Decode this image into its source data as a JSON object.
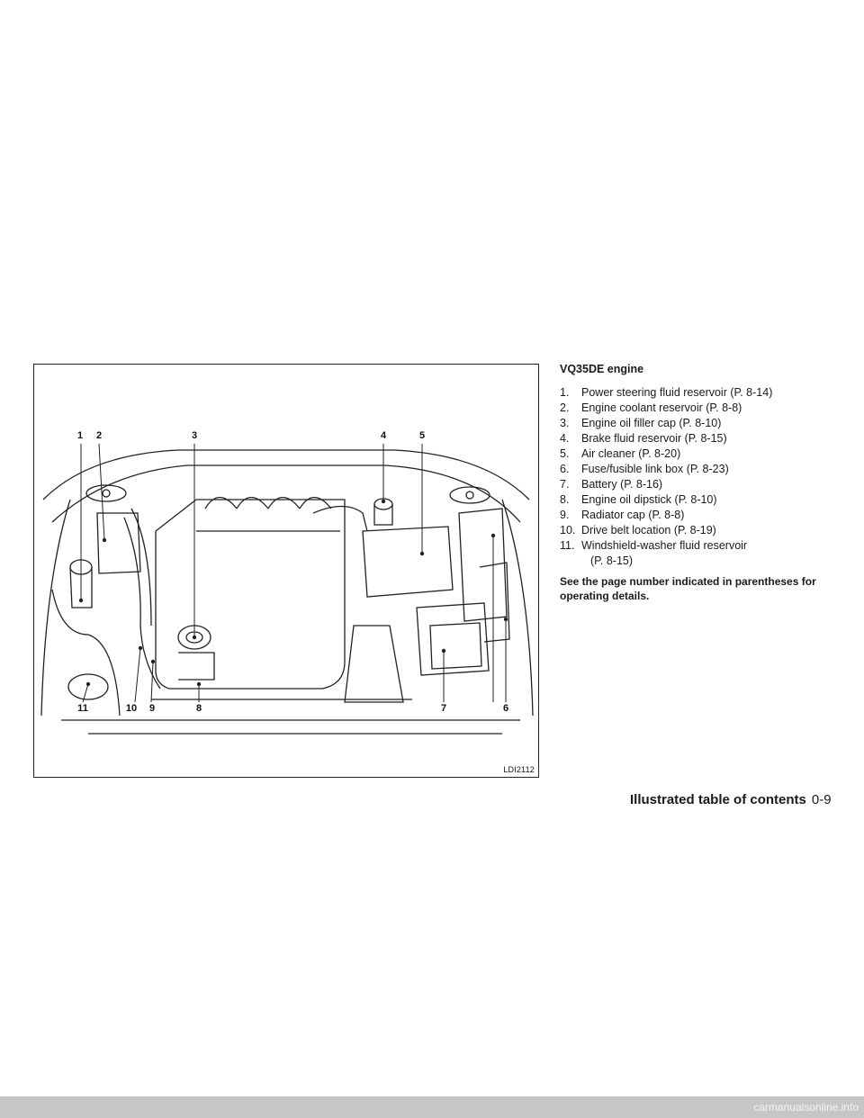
{
  "figure": {
    "code": "LDI2112",
    "callouts_top": [
      "1",
      "2",
      "3",
      "4",
      "5"
    ],
    "callouts_bottom": [
      "11",
      "10",
      "9",
      "8",
      "7",
      "6"
    ]
  },
  "legend": {
    "heading": "VQ35DE engine",
    "items": [
      {
        "num": "1.",
        "label": "Power steering fluid reservoir (P. 8-14)"
      },
      {
        "num": "2.",
        "label": "Engine coolant reservoir (P. 8-8)"
      },
      {
        "num": "3.",
        "label": "Engine oil filler cap (P. 8-10)"
      },
      {
        "num": "4.",
        "label": "Brake fluid reservoir (P. 8-15)"
      },
      {
        "num": "5.",
        "label": "Air cleaner (P. 8-20)"
      },
      {
        "num": "6.",
        "label": "Fuse/fusible link box (P. 8-23)"
      },
      {
        "num": "7.",
        "label": "Battery (P. 8-16)"
      },
      {
        "num": "8.",
        "label": "Engine oil dipstick (P. 8-10)"
      },
      {
        "num": "9.",
        "label": "Radiator cap (P. 8-8)"
      },
      {
        "num": "10.",
        "label": "Drive belt location (P. 8-19)"
      },
      {
        "num": "11.",
        "label": "Windshield-washer fluid reservoir",
        "cont": "(P. 8-15)"
      }
    ],
    "note": "See the page number indicated in parentheses for operating details."
  },
  "footer": {
    "section": "Illustrated table of contents",
    "page": "0-9"
  },
  "watermark": "carmanualsonline.info"
}
